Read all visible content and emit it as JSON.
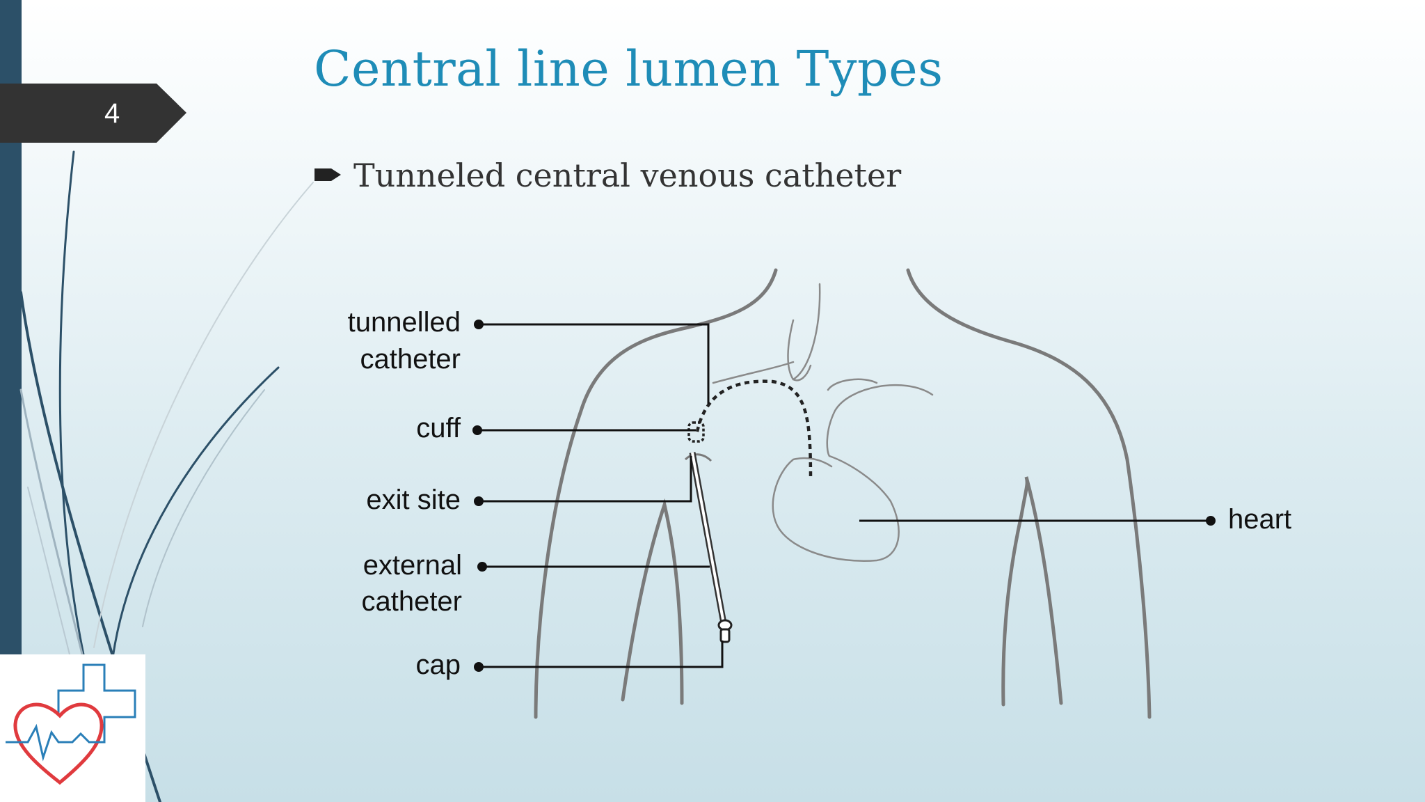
{
  "slide": {
    "number": "4",
    "title": "Central line lumen Types",
    "bullet": "Tunneled central venous catheter"
  },
  "diagram": {
    "labels": {
      "tunnelled_catheter_line1": "tunnelled",
      "tunnelled_catheter_line2": "catheter",
      "cuff": "cuff",
      "exit_site": "exit site",
      "external_catheter_line1": "external",
      "external_catheter_line2": "catheter",
      "cap": "cap",
      "heart": "heart"
    }
  },
  "colors": {
    "title": "#1e8cb7",
    "left_bar": "#2c5068",
    "slide_tab": "#333333",
    "body_outline": "#7a7a7a",
    "logo_heart": "#e03a3e",
    "logo_cross": "#2a7fb8"
  },
  "icons": {
    "bullet": "arrow-bullet-icon",
    "logo": "heart-cross-logo-icon"
  }
}
